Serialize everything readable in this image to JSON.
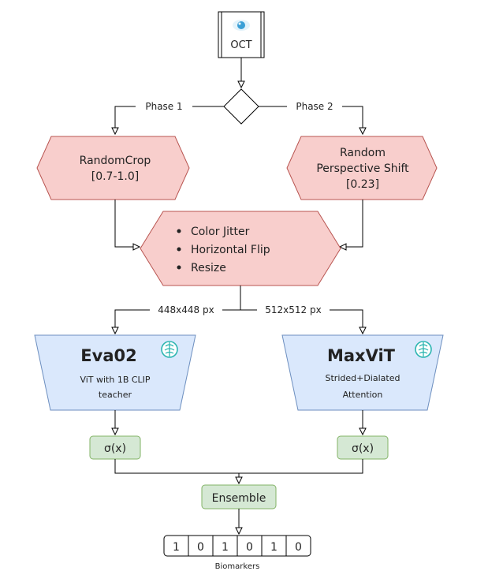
{
  "input": {
    "label": "OCT",
    "icon": "eye-icon"
  },
  "branch_labels": {
    "phase1": "Phase 1",
    "phase2": "Phase 2"
  },
  "augment_left": {
    "line1": "RandomCrop",
    "line2": "[0.7-1.0]"
  },
  "augment_right": {
    "line1": "Random",
    "line2": "Perspective Shift",
    "line3": "[0.23]"
  },
  "augment_shared": {
    "items": [
      "Color Jitter",
      "Horizontal Flip",
      "Resize"
    ]
  },
  "resolution_labels": {
    "left": "448x448 px",
    "right": "512x512 px"
  },
  "model_left": {
    "name": "Eva02",
    "desc1": "ViT with 1B CLIP",
    "desc2": "teacher",
    "icon": "brain-icon"
  },
  "model_right": {
    "name": "MaxViT",
    "desc1": "Strided+Dialated",
    "desc2": "Attention",
    "icon": "brain-icon"
  },
  "sigmoid": {
    "label": "σ(x)"
  },
  "ensemble": {
    "label": "Ensemble"
  },
  "output": {
    "bits": [
      "1",
      "0",
      "1",
      "0",
      "1",
      "0"
    ],
    "caption": "Biomarkers"
  },
  "colors": {
    "augment_fill": "#f8cecc",
    "augment_stroke": "#b85450",
    "model_fill": "#dae8fc",
    "model_stroke": "#6c8ebf",
    "sigmoid_fill": "#d5e8d4",
    "sigmoid_stroke": "#82b366",
    "icon_teal": "#2bb5b0"
  }
}
